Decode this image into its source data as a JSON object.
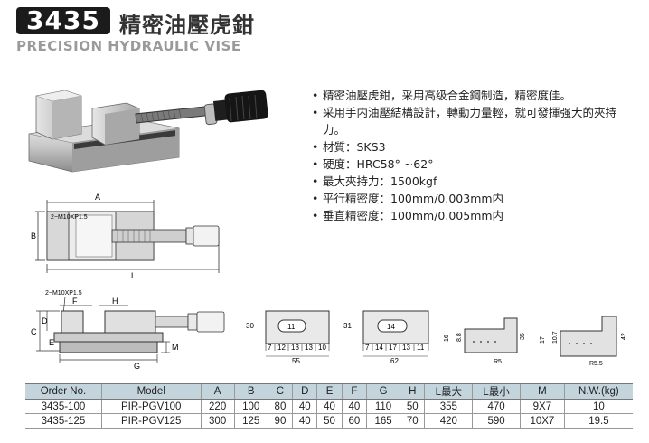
{
  "header": {
    "code": "3435",
    "title_cn": "精密油壓虎鉗",
    "title_en": "PRECISION HYDRAULIC VISE"
  },
  "specs": [
    "精密油壓虎鉗，采用高级合金鋼制造，精密度佳。",
    "采用手内油壓結構設計，轉動力量輕，就可發揮强大的夾持力。",
    "材質：SKS3",
    "硬度：HRC58° ~62°",
    "最大夾持力：1500kgf",
    "平行精密度：100mm/0.003mm内",
    "垂直精密度：100mm/0.005mm内"
  ],
  "drawing_labels": {
    "dim_a": "A",
    "dim_b": "B",
    "dim_l": "L",
    "dim_c": "C",
    "dim_d": "D",
    "dim_e": "E",
    "dim_f": "F",
    "dim_g": "G",
    "dim_h": "H",
    "dim_m": "M",
    "thread": "2−M10XP1.5"
  },
  "base1": {
    "height": "30",
    "width_total": "55",
    "segments": [
      "7",
      "12",
      "13",
      "13",
      "10"
    ],
    "hole_label": "11"
  },
  "base2": {
    "height": "31",
    "width_total": "62",
    "segments": [
      "7",
      "14",
      "17",
      "13",
      "11"
    ],
    "hole_label": "14"
  },
  "jaw1": {
    "h1": "16",
    "h2": "8.8",
    "height": "35",
    "radius": "R5"
  },
  "jaw2": {
    "h1": "17",
    "h2": "10.7",
    "height": "42",
    "radius": "R5.5"
  },
  "table": {
    "headers": [
      "Order No.",
      "Model",
      "A",
      "B",
      "C",
      "D",
      "E",
      "F",
      "G",
      "H",
      "L最大",
      "L最小",
      "M",
      "N.W.(kg)"
    ],
    "rows": [
      [
        "3435-100",
        "PIR-PGV100",
        "220",
        "100",
        "80",
        "40",
        "40",
        "40",
        "110",
        "50",
        "355",
        "470",
        "9X7",
        "10"
      ],
      [
        "3435-125",
        "PIR-PGV125",
        "300",
        "125",
        "90",
        "40",
        "50",
        "60",
        "165",
        "70",
        "420",
        "590",
        "10X7",
        "19.5"
      ]
    ]
  }
}
